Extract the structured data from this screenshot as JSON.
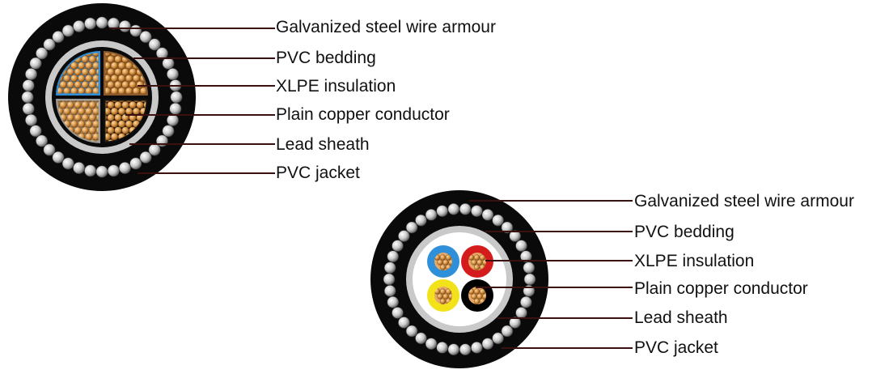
{
  "colors": {
    "jacket": "#0a0a0a",
    "armour_wire": "#c8c8c8",
    "lead_sheath": "#c9c9c9",
    "copper": "#cf8a3c",
    "blue": "#2f8fd8",
    "brown": "#8a5a2e",
    "red": "#d41c1c",
    "yellow": "#f2e21a",
    "leader_line": "#3a1010"
  },
  "diagram_1": {
    "labels": [
      "Galvanized steel wire armour",
      "PVC bedding",
      "XLPE insulation",
      "Plain copper conductor",
      "Lead sheath",
      "PVC jacket"
    ]
  },
  "diagram_2": {
    "labels": [
      "Galvanized steel wire armour",
      "PVC bedding",
      "XLPE insulation",
      "Plain copper conductor",
      "Lead sheath",
      "PVC jacket"
    ]
  }
}
